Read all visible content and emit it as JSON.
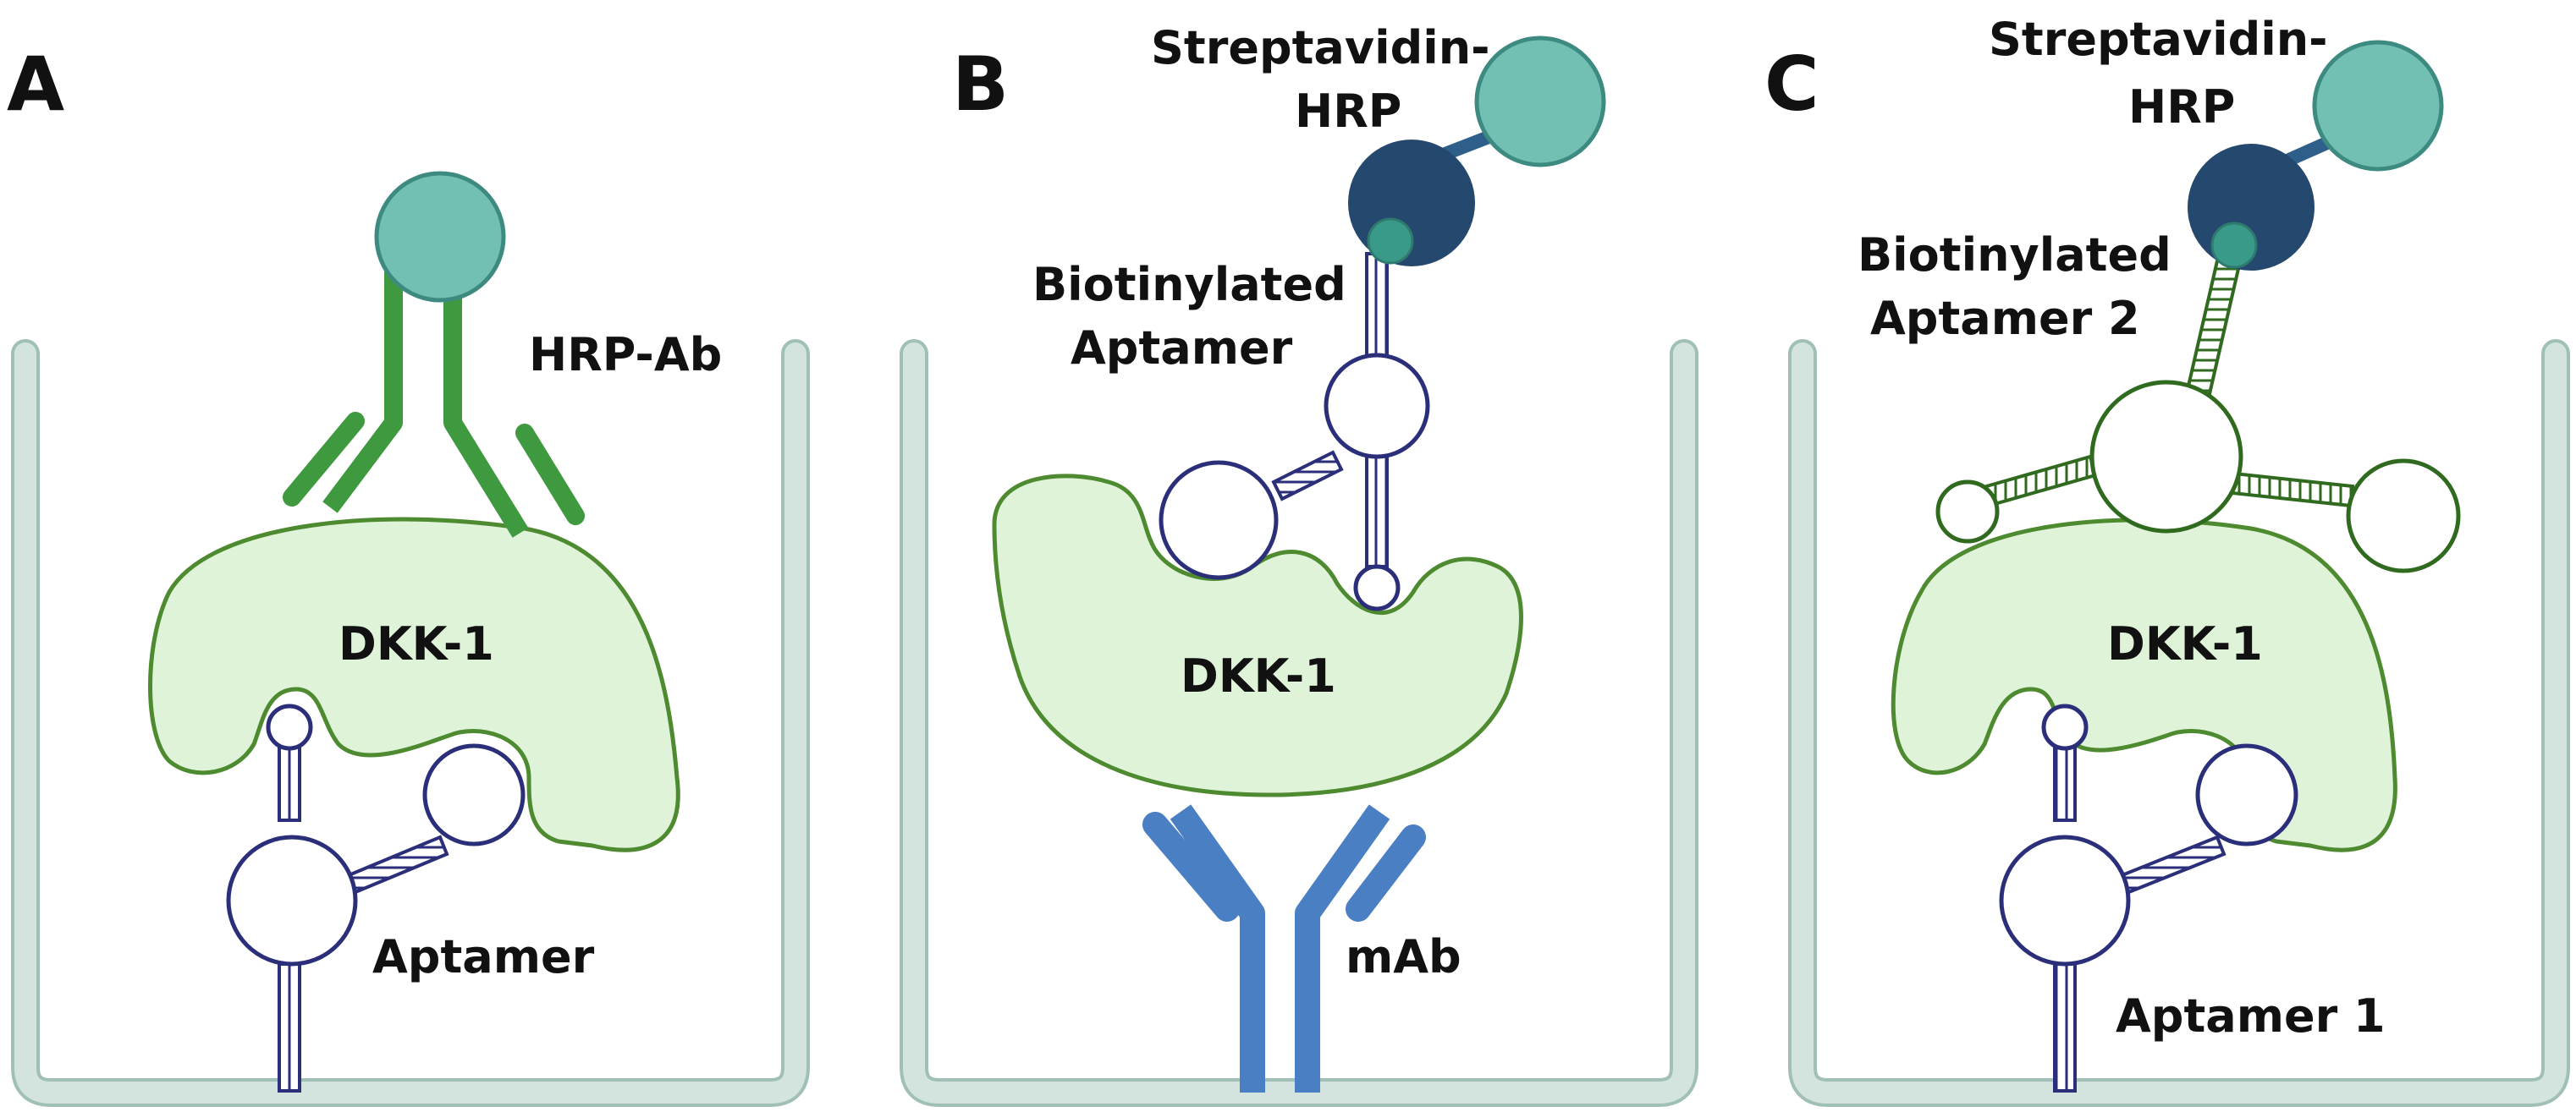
{
  "panels": [
    {
      "letter": "A",
      "labels": {
        "detector": "HRP-Ab",
        "target": "DKK-1",
        "capture": "Aptamer"
      }
    },
    {
      "letter": "B",
      "labels": {
        "enzyme_line1": "Streptavidin-",
        "enzyme_line2": "HRP",
        "detector_line1": "Biotinylated",
        "detector_line2": "Aptamer",
        "target": "DKK-1",
        "capture": "mAb"
      }
    },
    {
      "letter": "C",
      "labels": {
        "enzyme_line1": "Streptavidin-",
        "enzyme_line2": "HRP",
        "detector_line1": "Biotinylated",
        "detector_line2": "Aptamer 2",
        "target": "DKK-1",
        "capture": "Aptamer 1"
      }
    }
  ],
  "colors": {
    "well_fill": "#d3e4df",
    "well_stroke": "#9fbfb7",
    "protein_fill": "#dff3d9",
    "protein_stroke": "#4e8a2f",
    "aptamer_stroke": "#2b2f7a",
    "aptamer2_stroke": "#2f6a1f",
    "hrp_fill": "#72bfb4",
    "hrp_stroke": "#3d8a80",
    "streptavidin_fill": "#25486e",
    "biotin_fill": "#3a9a8a",
    "hrp_ab_color": "#3f9a3f",
    "mab_color": "#4a7fc4"
  }
}
